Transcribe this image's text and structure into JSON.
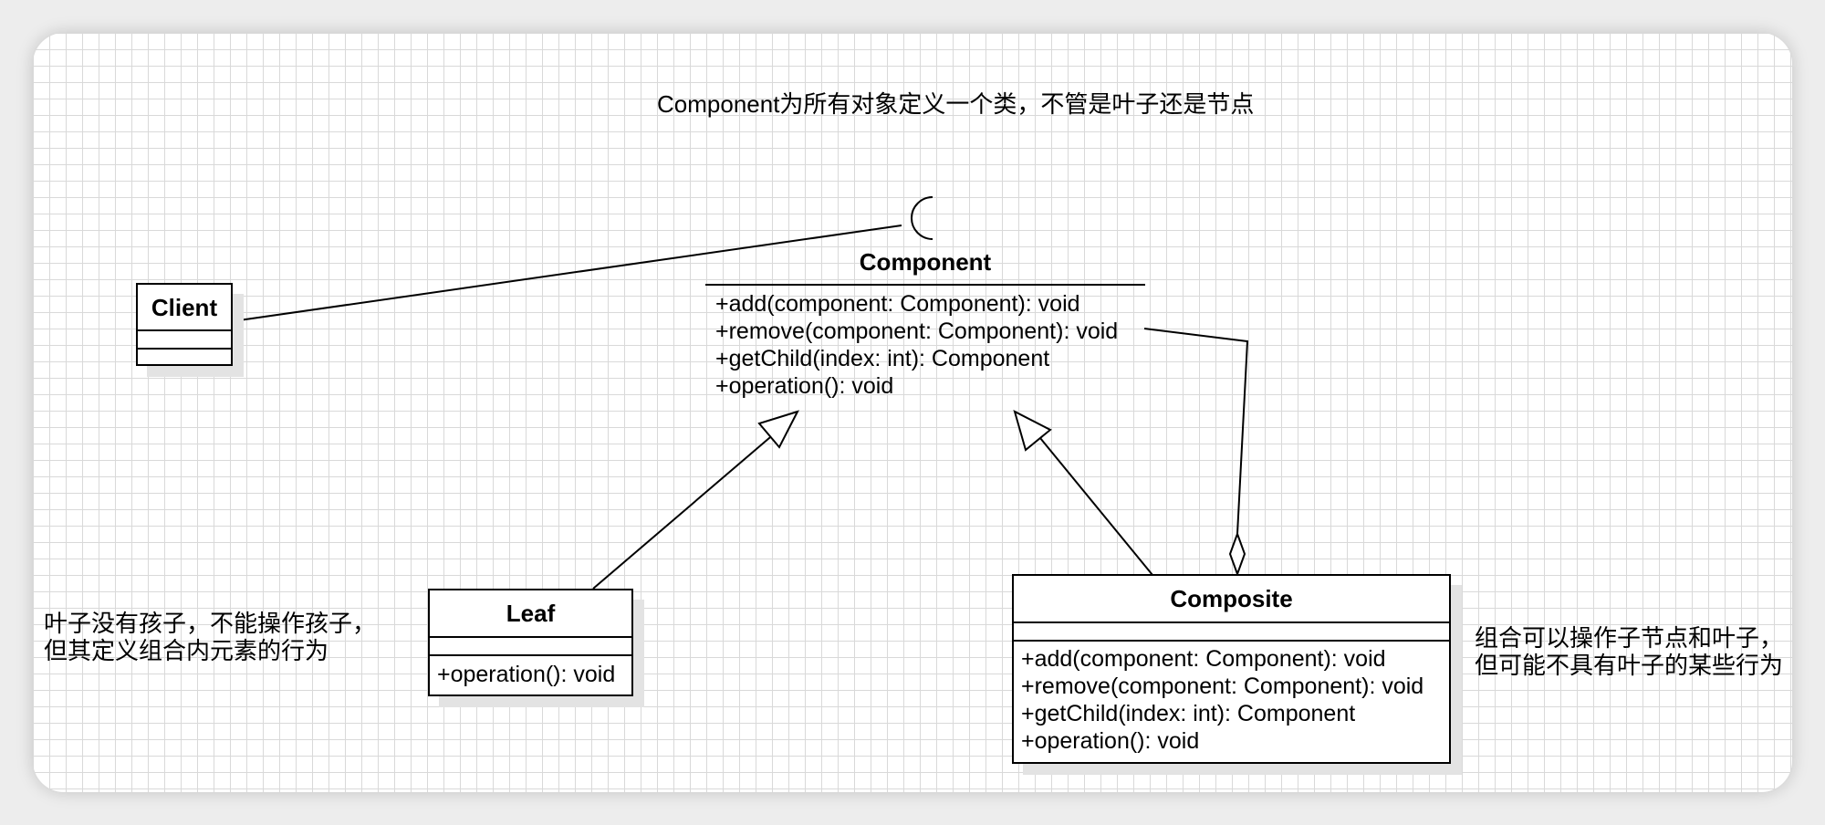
{
  "title": "Component为所有对象定义一个类，不管是叶子还是节点",
  "client": {
    "name": "Client"
  },
  "component": {
    "name": "Component",
    "operations": [
      "+add(component: Component): void",
      "+remove(component: Component): void",
      "+getChild(index: int): Component",
      "+operation(): void"
    ]
  },
  "leaf": {
    "name": "Leaf",
    "operations": [
      "+operation(): void"
    ]
  },
  "composite": {
    "name": "Composite",
    "operations": [
      "+add(component: Component): void",
      "+remove(component: Component): void",
      "+getChild(index: int): Component",
      "+operation(): void"
    ]
  },
  "notes": {
    "leaf_line1": "叶子没有孩子，不能操作孩子，",
    "leaf_line2": "但其定义组合内元素的行为",
    "composite_line1": "组合可以操作子节点和叶子，",
    "composite_line2": "但可能不具有叶子的某些行为"
  }
}
